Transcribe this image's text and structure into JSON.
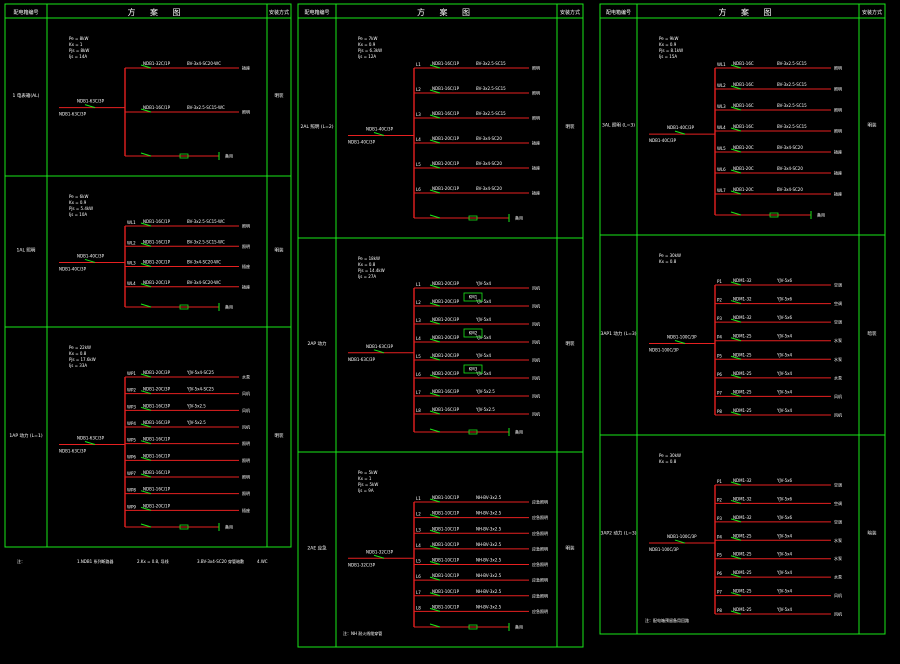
{
  "colors": {
    "background": "#000000",
    "frame": "#19e619",
    "busbar": "#e62020",
    "feeder": "#e62020",
    "text": "#ffffff",
    "breaker": "#19e619"
  },
  "sheets": [
    {
      "header": {
        "col1": "配电箱编号",
        "col2": "方 案 图",
        "col3": "安装方式"
      },
      "panels": [
        {
          "label": "1 电表箱(AL)",
          "install": "明装",
          "params": [
            "Pe = 8kW",
            "Kx = 1",
            "Pjs = 8kW",
            "Ijs = 14A"
          ],
          "main_breaker": "NDB1-63C/3P",
          "feeders": [
            {
              "circuit": "",
              "breaker": "NDB1-32C/1P",
              "cable": "BV-3x4-SC20-WC",
              "load": "插座"
            },
            {
              "circuit": "",
              "breaker": "NDB1-16C/1P",
              "cable": "BV-3x2.5-SC15-WC",
              "load": "照明"
            }
          ],
          "spare": "备用"
        },
        {
          "label": "1AL 照明",
          "install": "明装",
          "params": [
            "Pe = 6kW",
            "Kx = 0.9",
            "Pjs = 5.4kW",
            "Ijs = 10A"
          ],
          "main_breaker": "NDB1-40C/3P",
          "feeders": [
            {
              "circuit": "WL1",
              "breaker": "NDB1-16C/1P",
              "cable": "BV-3x2.5-SC15-WC",
              "load": "照明"
            },
            {
              "circuit": "WL2",
              "breaker": "NDB1-16C/1P",
              "cable": "BV-3x2.5-SC15-WC",
              "load": "照明"
            },
            {
              "circuit": "WL3",
              "breaker": "NDB1-20C/1P",
              "cable": "BV-3x4-SC20-WC",
              "load": "插座"
            },
            {
              "circuit": "WL4",
              "breaker": "NDB1-20C/1P",
              "cable": "BV-3x4-SC20-WC",
              "load": "插座"
            }
          ],
          "spare": "备用"
        },
        {
          "label": "1AP 动力 (L=1)",
          "install": "明装",
          "params": [
            "Pe = 22kW",
            "Kx = 0.8",
            "Pjs = 17.6kW",
            "Ijs = 33A"
          ],
          "main_breaker": "NDB1-63C/3P",
          "feeders": [
            {
              "circuit": "WP1",
              "breaker": "NDB1-20C/3P",
              "cable": "YJV-5x4-SC25",
              "load": "水泵"
            },
            {
              "circuit": "WP2",
              "breaker": "NDB1-20C/3P",
              "cable": "YJV-5x4-SC25",
              "load": "风机"
            },
            {
              "circuit": "WP3",
              "breaker": "NDB1-16C/3P",
              "cable": "YJV-5x2.5",
              "load": "风机"
            },
            {
              "circuit": "WP4",
              "breaker": "NDB1-16C/3P",
              "cable": "YJV-5x2.5",
              "load": "风机"
            },
            {
              "circuit": "WP5",
              "breaker": "NDB1-16C/1P",
              "cable": "",
              "load": "照明"
            },
            {
              "circuit": "WP6",
              "breaker": "NDB1-16C/1P",
              "cable": "",
              "load": "照明"
            },
            {
              "circuit": "WP7",
              "breaker": "NDB1-16C/1P",
              "cable": "",
              "load": "照明"
            },
            {
              "circuit": "WP8",
              "breaker": "NDB1-16C/1P",
              "cable": "",
              "load": "照明"
            },
            {
              "circuit": "WP9",
              "breaker": "NDB1-20C/1P",
              "cable": "",
              "load": "插座"
            }
          ],
          "spare": "备用"
        }
      ],
      "footnotes": [
        "注：",
        "1.NDB1 系列断路器",
        "2.Kx = 0.8, 导线",
        "3.BV-3x4-SC20 穿管暗敷",
        "4.WC"
      ]
    },
    {
      "header": {
        "col1": "配电箱编号",
        "col2": "方 案 图",
        "col3": "安装方式"
      },
      "panels": [
        {
          "label": "2AL 照明 (L=2)",
          "install": "明装",
          "params": [
            "Pe = 7kW",
            "Kx = 0.9",
            "Pjs = 6.3kW",
            "Ijs = 12A"
          ],
          "main_breaker": "NDB1-40C/3P",
          "feeders": [
            {
              "circuit": "L1",
              "breaker": "NDB1-16C/1P",
              "cable": "BV-3x2.5-SC15",
              "load": "照明"
            },
            {
              "circuit": "L2",
              "breaker": "NDB1-16C/1P",
              "cable": "BV-3x2.5-SC15",
              "load": "照明"
            },
            {
              "circuit": "L3",
              "breaker": "NDB1-16C/1P",
              "cable": "BV-3x2.5-SC15",
              "load": "照明"
            },
            {
              "circuit": "L4",
              "breaker": "NDB1-20C/1P",
              "cable": "BV-3x4-SC20",
              "load": "插座"
            },
            {
              "circuit": "L5",
              "breaker": "NDB1-20C/1P",
              "cable": "BV-3x4-SC20",
              "load": "插座"
            },
            {
              "circuit": "L6",
              "breaker": "NDB1-20C/1P",
              "cable": "BV-3x4-SC20",
              "load": "插座"
            }
          ],
          "spare": "备用"
        },
        {
          "label": "2AP 动力",
          "install": "明装",
          "params": [
            "Pe = 18kW",
            "Kx = 0.8",
            "Pjs = 14.4kW",
            "Ijs = 27A"
          ],
          "main_breaker": "NDB1-63C/3P",
          "feeders": [
            {
              "circuit": "L1",
              "breaker": "NDB1-20C/3P",
              "cable": "YJV-5x4",
              "load": "风机"
            },
            {
              "circuit": "L2",
              "breaker": "NDB1-20C/3P",
              "cable": "YJV-5x4",
              "load": "风机"
            },
            {
              "circuit": "L3",
              "breaker": "NDB1-20C/3P",
              "cable": "YJV-5x4",
              "load": "风机"
            },
            {
              "circuit": "L4",
              "breaker": "NDB1-20C/3P",
              "cable": "YJV-5x4",
              "load": "风机"
            },
            {
              "circuit": "L5",
              "breaker": "NDB1-20C/3P",
              "cable": "YJV-5x4",
              "load": "风机"
            },
            {
              "circuit": "L6",
              "breaker": "NDB1-20C/3P",
              "cable": "YJV-5x4",
              "load": "风机"
            },
            {
              "circuit": "L7",
              "breaker": "NDB1-16C/3P",
              "cable": "YJV-5x2.5",
              "load": "风机"
            },
            {
              "circuit": "L8",
              "breaker": "NDB1-16C/3P",
              "cable": "YJV-5x2.5",
              "load": "风机"
            }
          ],
          "contactors": [
            "KM1",
            "KM2",
            "KM3"
          ],
          "spare": "备用"
        },
        {
          "label": "2AE 应急",
          "install": "明装",
          "params": [
            "Pe = 5kW",
            "Kx = 1",
            "Pjs = 5kW",
            "Ijs = 9A"
          ],
          "main_breaker": "NDB1-32C/3P",
          "feeders": [
            {
              "circuit": "L1",
              "breaker": "NDB1-10C/1P",
              "cable": "NH-BV-3x2.5",
              "load": "应急照明"
            },
            {
              "circuit": "L2",
              "breaker": "NDB1-10C/1P",
              "cable": "NH-BV-3x2.5",
              "load": "应急照明"
            },
            {
              "circuit": "L3",
              "breaker": "NDB1-10C/1P",
              "cable": "NH-BV-3x2.5",
              "load": "应急照明"
            },
            {
              "circuit": "L4",
              "breaker": "NDB1-10C/1P",
              "cable": "NH-BV-3x2.5",
              "load": "应急照明"
            },
            {
              "circuit": "L5",
              "breaker": "NDB1-10C/1P",
              "cable": "NH-BV-3x2.5",
              "load": "应急照明"
            },
            {
              "circuit": "L6",
              "breaker": "NDB1-10C/1P",
              "cable": "NH-BV-3x2.5",
              "load": "应急照明"
            },
            {
              "circuit": "L7",
              "breaker": "NDB1-10C/1P",
              "cable": "NH-BV-3x2.5",
              "load": "应急照明"
            },
            {
              "circuit": "L8",
              "breaker": "NDB1-10C/1P",
              "cable": "NH-BV-3x2.5",
              "load": "应急照明"
            }
          ],
          "spare": "备用"
        }
      ],
      "footnotes": [
        "注：NH 耐火线缆穿管"
      ]
    },
    {
      "header": {
        "col1": "配电箱编号",
        "col2": "方 案 图",
        "col3": "安装方式"
      },
      "panels": [
        {
          "label": "3AL 照明 (L=3)",
          "install": "明装",
          "params": [
            "Pe = 9kW",
            "Kx = 0.9",
            "Pjs = 8.1kW",
            "Ijs = 15A"
          ],
          "main_breaker": "NDB1-40C/3P",
          "feeders": [
            {
              "circuit": "WL1",
              "breaker": "NDB1-16C",
              "cable": "BV-3x2.5-SC15",
              "load": "照明"
            },
            {
              "circuit": "WL2",
              "breaker": "NDB1-16C",
              "cable": "BV-3x2.5-SC15",
              "load": "照明"
            },
            {
              "circuit": "WL3",
              "breaker": "NDB1-16C",
              "cable": "BV-3x2.5-SC15",
              "load": "照明"
            },
            {
              "circuit": "WL4",
              "breaker": "NDB1-16C",
              "cable": "BV-3x2.5-SC15",
              "load": "照明"
            },
            {
              "circuit": "WL5",
              "breaker": "NDB1-20C",
              "cable": "BV-3x4-SC20",
              "load": "插座"
            },
            {
              "circuit": "WL6",
              "breaker": "NDB1-20C",
              "cable": "BV-3x4-SC20",
              "load": "插座"
            },
            {
              "circuit": "WL7",
              "breaker": "NDB1-20C",
              "cable": "BV-3x4-SC20",
              "load": "插座"
            }
          ],
          "spare": "备用"
        },
        {
          "label": "3AP1 动力 (L=3)",
          "install": "暗装",
          "params": [
            "Pe = 30kW",
            "Kx = 0.8"
          ],
          "main_breaker": "NDB1-100C/3P",
          "feeders": [
            {
              "circuit": "P1",
              "breaker": "NDM1-32",
              "cable": "YJV-5x6",
              "load": "空调"
            },
            {
              "circuit": "P2",
              "breaker": "NDM1-32",
              "cable": "YJV-5x6",
              "load": "空调"
            },
            {
              "circuit": "P3",
              "breaker": "NDM1-32",
              "cable": "YJV-5x6",
              "load": "空调"
            },
            {
              "circuit": "P4",
              "breaker": "NDM1-25",
              "cable": "YJV-5x4",
              "load": "水泵"
            },
            {
              "circuit": "P5",
              "breaker": "NDM1-25",
              "cable": "YJV-5x4",
              "load": "水泵"
            },
            {
              "circuit": "P6",
              "breaker": "NDM1-25",
              "cable": "YJV-5x4",
              "load": "水泵"
            },
            {
              "circuit": "P7",
              "breaker": "NDM1-25",
              "cable": "YJV-5x4",
              "load": "风机"
            },
            {
              "circuit": "P8",
              "breaker": "NDM1-25",
              "cable": "YJV-5x4",
              "load": "风机"
            }
          ],
          "spare": ""
        },
        {
          "label": "3AP2 动力 (L=3)",
          "install": "暗装",
          "params": [
            "Pe = 30kW",
            "Kx = 0.8"
          ],
          "main_breaker": "NDB1-100C/3P",
          "feeders": [
            {
              "circuit": "P1",
              "breaker": "NDM1-32",
              "cable": "YJV-5x6",
              "load": "空调"
            },
            {
              "circuit": "P2",
              "breaker": "NDM1-32",
              "cable": "YJV-5x6",
              "load": "空调"
            },
            {
              "circuit": "P3",
              "breaker": "NDM1-32",
              "cable": "YJV-5x6",
              "load": "空调"
            },
            {
              "circuit": "P4",
              "breaker": "NDM1-25",
              "cable": "YJV-5x4",
              "load": "水泵"
            },
            {
              "circuit": "P5",
              "breaker": "NDM1-25",
              "cable": "YJV-5x4",
              "load": "水泵"
            },
            {
              "circuit": "P6",
              "breaker": "NDM1-25",
              "cable": "YJV-5x4",
              "load": "水泵"
            },
            {
              "circuit": "P7",
              "breaker": "NDM1-25",
              "cable": "YJV-5x4",
              "load": "风机"
            },
            {
              "circuit": "P8",
              "breaker": "NDM1-25",
              "cable": "YJV-5x4",
              "load": "风机"
            }
          ],
          "spare": ""
        }
      ],
      "footnotes": [
        "注：配电箱预留备用回路"
      ]
    }
  ]
}
